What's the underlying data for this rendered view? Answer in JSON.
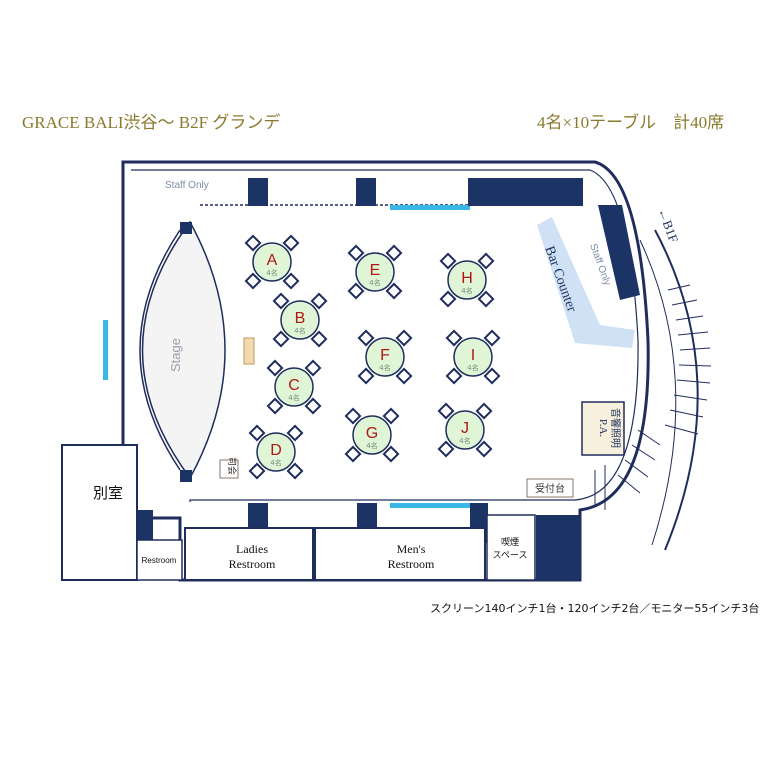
{
  "header": {
    "title": "GRACE BALI渋谷～ B2F グランデ",
    "capacity": "4名×10テーブル　計40席"
  },
  "areas": {
    "stage": "Stage",
    "staff_only_top": "Staff Only",
    "staff_only_right": "Staff Only",
    "bar_counter": "Bar Counter",
    "stairs_to": "←B1F",
    "pa_line1": "P.A.",
    "pa_line2": "音響照明",
    "reception": "受付台",
    "mc": "司会",
    "private_room": "別室",
    "restroom": "Restroom",
    "ladies_line1": "Ladies",
    "ladies_line2": "Restroom",
    "mens_line1": "Men's",
    "mens_line2": "Restroom",
    "smoking_line1": "喫煙",
    "smoking_line2": "スペース"
  },
  "tables": [
    {
      "id": "A",
      "seats": "4名"
    },
    {
      "id": "B",
      "seats": "4名"
    },
    {
      "id": "C",
      "seats": "4名"
    },
    {
      "id": "D",
      "seats": "4名"
    },
    {
      "id": "E",
      "seats": "4名"
    },
    {
      "id": "F",
      "seats": "4名"
    },
    {
      "id": "G",
      "seats": "4名"
    },
    {
      "id": "H",
      "seats": "4名"
    },
    {
      "id": "I",
      "seats": "4名"
    },
    {
      "id": "J",
      "seats": "4名"
    }
  ],
  "footnote": "スクリーン140インチ1台・120インチ2台／モニター55インチ3台",
  "colors": {
    "wall": "#1f2d5c",
    "pillar": "#1c3366",
    "table_fill": "#dff5d6",
    "table_letter": "#b01818",
    "bar": "#cfe2f5",
    "screen": "#39b7e6",
    "title": "#8a7a2e"
  }
}
